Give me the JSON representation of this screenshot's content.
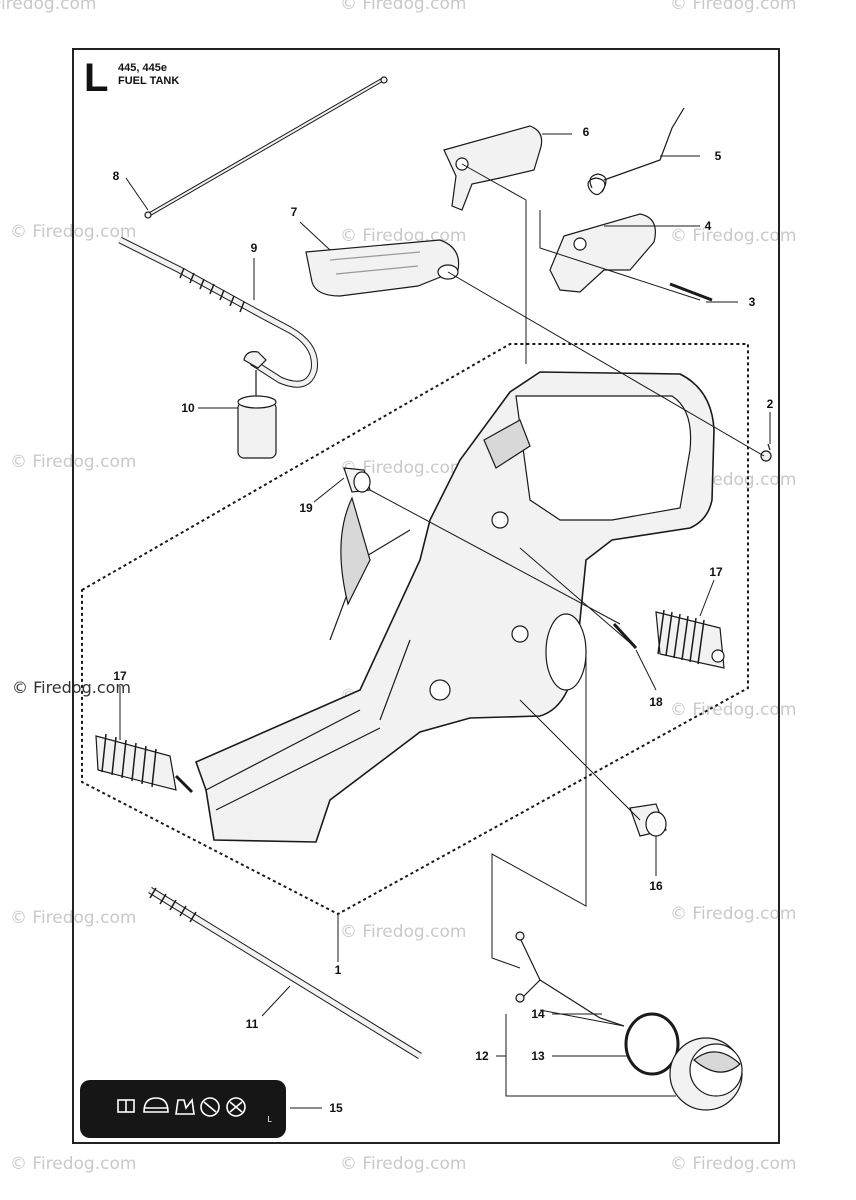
{
  "header": {
    "section_letter": "L",
    "models": "445, 445e",
    "title": "FUEL TANK"
  },
  "watermarks": [
    "© Firedog.com",
    "© Firedog.com",
    "© Firedog.com",
    "© Firedog.com",
    "© Firedog.com",
    "© Firedog.com",
    "© Firedog.com",
    "© Firedog.com",
    "© Firedog.com",
    "© Firedog.com",
    "© Firedog.com",
    "© Firedog.com",
    "© Firedog.com",
    "© Firedog.com",
    "© Firedog.com",
    "© Firedog.com",
    "© Firedog.com",
    "© Firedog.com"
  ],
  "callouts": {
    "c1": "1",
    "c2": "2",
    "c3": "3",
    "c4": "4",
    "c5": "5",
    "c6": "6",
    "c7": "7",
    "c8": "8",
    "c9": "9",
    "c10": "10",
    "c11": "11",
    "c12": "12",
    "c13": "13",
    "c14": "14",
    "c15": "15",
    "c16": "16",
    "c17a": "17",
    "c17b": "17",
    "c18": "18",
    "c19": "19"
  },
  "label_tag": {
    "symbol": "L"
  },
  "colors": {
    "line": "#1a1a1a",
    "part_fill": "#f2f2f2",
    "shade": "#9a9a9a",
    "watermark": "#c9c9c9"
  }
}
